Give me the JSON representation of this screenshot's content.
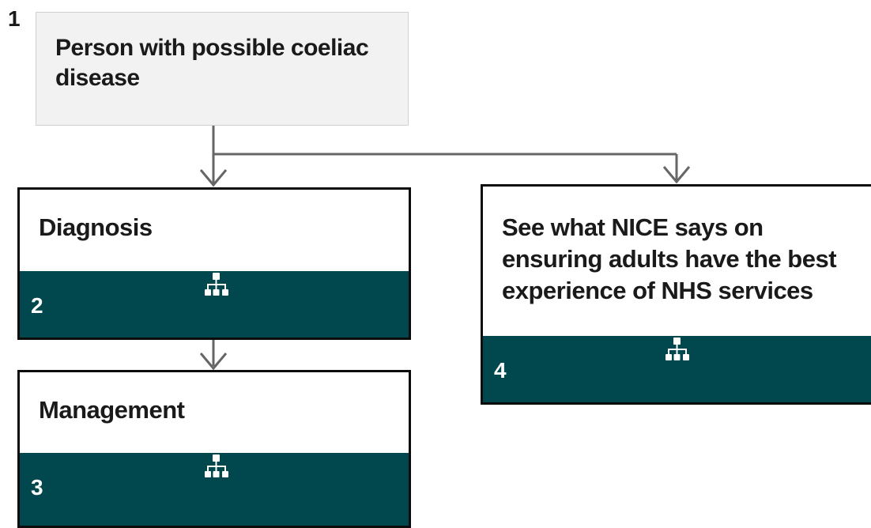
{
  "start": {
    "number": "1",
    "label": "Person with possible coeliac disease"
  },
  "cards": [
    {
      "title": "Diagnosis",
      "number": "2",
      "icon": "hierarchy-icon"
    },
    {
      "title": "Management",
      "number": "3",
      "icon": "hierarchy-icon"
    },
    {
      "title": "See what NICE says on ensuring adults have the best experience of NHS services",
      "number": "4",
      "icon": "hierarchy-icon"
    }
  ],
  "colors": {
    "band": "#00474e",
    "start_box_bg": "#f2f2f2",
    "connector": "#666666",
    "card_border": "#0c0c0c"
  }
}
